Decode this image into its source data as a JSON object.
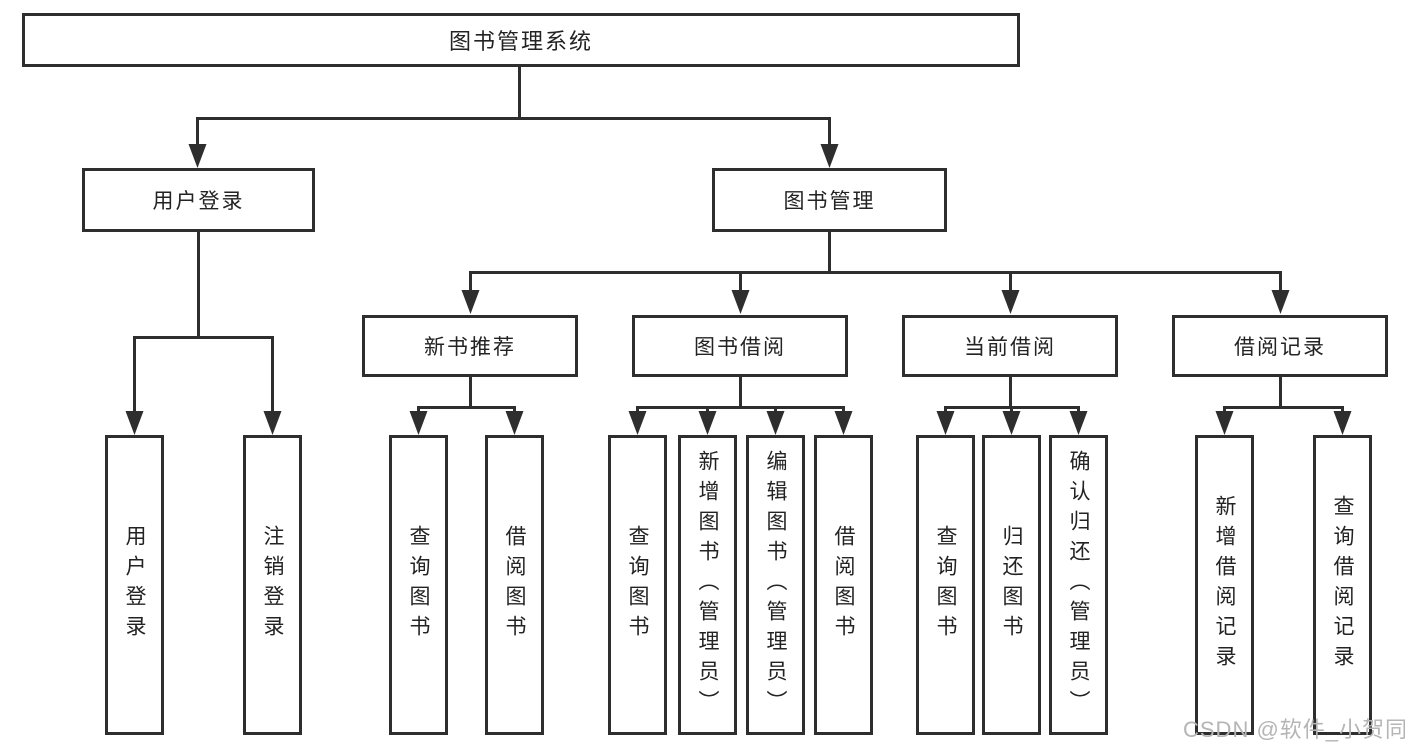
{
  "tree": {
    "label": "图书管理系统",
    "children": [
      {
        "label": "用户登录",
        "children": [
          {
            "label": "用户登录"
          },
          {
            "label": "注销登录"
          }
        ]
      },
      {
        "label": "图书管理",
        "children": [
          {
            "label": "新书推荐",
            "children": [
              {
                "label": "查询图书"
              },
              {
                "label": "借阅图书"
              }
            ]
          },
          {
            "label": "图书借阅",
            "children": [
              {
                "label": "查询图书"
              },
              {
                "label": "新增图书（管理员）"
              },
              {
                "label": "编辑图书（管理员）"
              },
              {
                "label": "借阅图书"
              }
            ]
          },
          {
            "label": "当前借阅",
            "children": [
              {
                "label": "查询图书"
              },
              {
                "label": "归还图书"
              },
              {
                "label": "确认归还（管理员）"
              }
            ]
          },
          {
            "label": "借阅记录",
            "children": [
              {
                "label": "新增借阅记录"
              },
              {
                "label": "查询借阅记录"
              }
            ]
          }
        ]
      }
    ]
  },
  "watermark": {
    "text": "CSDN @软件_小贺同学"
  },
  "colors": {
    "line": "#2e2e2e",
    "box_border": "#2e2e2e",
    "text": "#232323",
    "watermark": "#b5b5b5",
    "background": "#ffffff"
  }
}
